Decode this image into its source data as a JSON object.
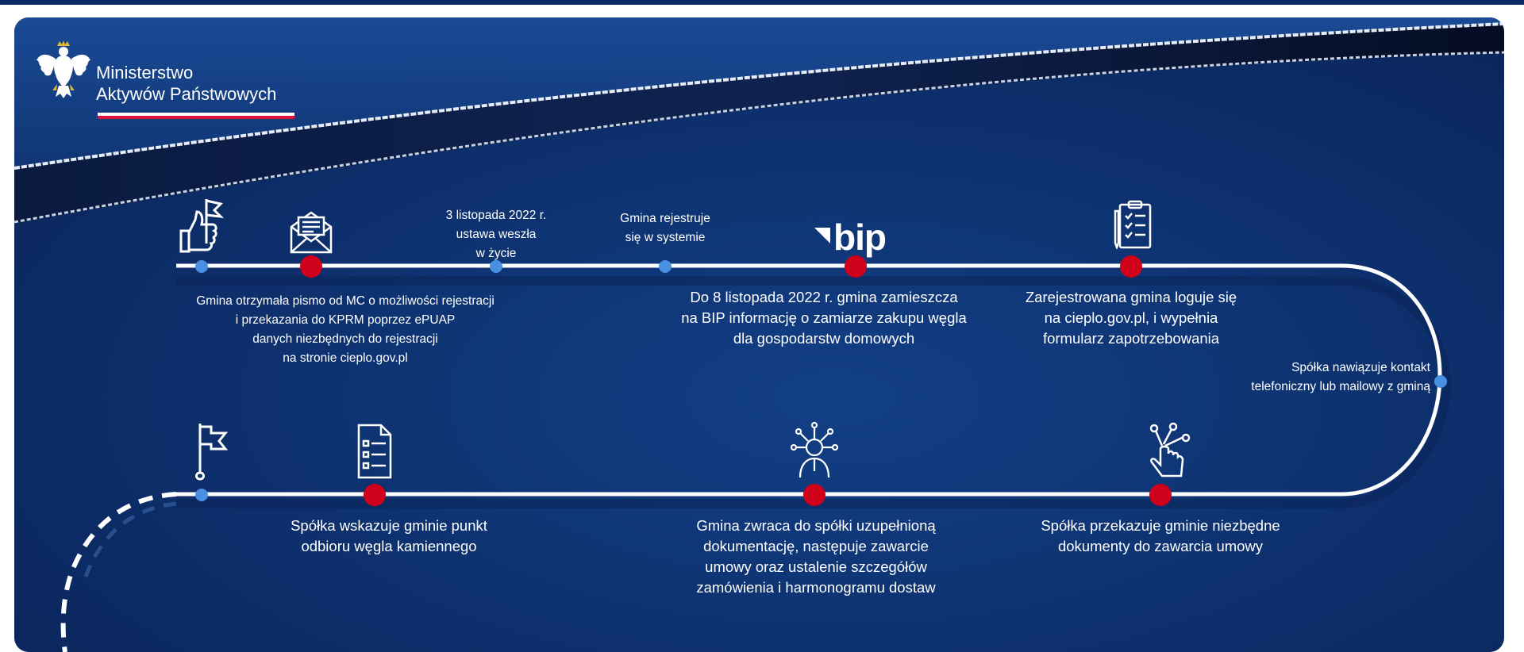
{
  "header": {
    "ministry_line1": "Ministerstwo",
    "ministry_line2": "Aktywów Państwowych",
    "flag_colors": [
      "#ffffff",
      "#dc143c"
    ]
  },
  "colors": {
    "background": "#0d2f6b",
    "line": "#ffffff",
    "red_dot": "#d0021b",
    "blue_dot": "#4a90e2"
  },
  "top_row": {
    "step1_label": "Gmina otrzymała pismo od MC o możliwości rejestracji i przekazania do KPRM poprzez ePUAP danych niezbędnych do rejestracji na stronie cieplo.gov.pl",
    "step1_lines": [
      "Gmina otrzymała pismo od MC o możliwości rejestracji",
      "i przekazania do KPRM poprzez ePUAP",
      "danych niezbędnych do rejestracji",
      "na stronie cieplo.gov.pl"
    ],
    "date_lines": [
      "3 listopada 2022 r.",
      "ustawa weszła",
      "w życie"
    ],
    "register_lines": [
      "Gmina rejestruje",
      "się w systemie"
    ],
    "bip_logo": "bip",
    "bip_lines": [
      "Do 8 listopada 2022 r. gmina zamieszcza",
      "na BIP informację o zamiarze zakupu węgla",
      "dla gospodarstw domowych"
    ],
    "login_lines": [
      "Zarejestrowana gmina loguje się",
      "na cieplo.gov.pl, i wypełnia",
      "formularz zapotrzebowania"
    ]
  },
  "curve": {
    "contact_lines": [
      "Spółka nawiązuje kontakt",
      "telefoniczny lub mailowy z gminą"
    ]
  },
  "bottom_row": {
    "docs_lines": [
      "Spółka przekazuje gminie niezbędne",
      "dokumenty do zawarcia umowy"
    ],
    "return_lines": [
      "Gmina zwraca do spółki uzupełnioną",
      "dokumentację, następuje zawarcie",
      "umowy oraz ustalenie szczegółów",
      "zamówienia i harmonogramu dostaw"
    ],
    "pickup_lines": [
      "Spółka wskazuje gminie punkt",
      "odbioru węgla kamiennego"
    ]
  },
  "icons": [
    "thumbs-up-flag-icon",
    "envelope-icon",
    "bip-logo",
    "clipboard-checklist-icon",
    "flag-icon",
    "document-list-icon",
    "person-network-icon",
    "touch-hand-icon",
    "eagle-emblem-icon"
  ]
}
